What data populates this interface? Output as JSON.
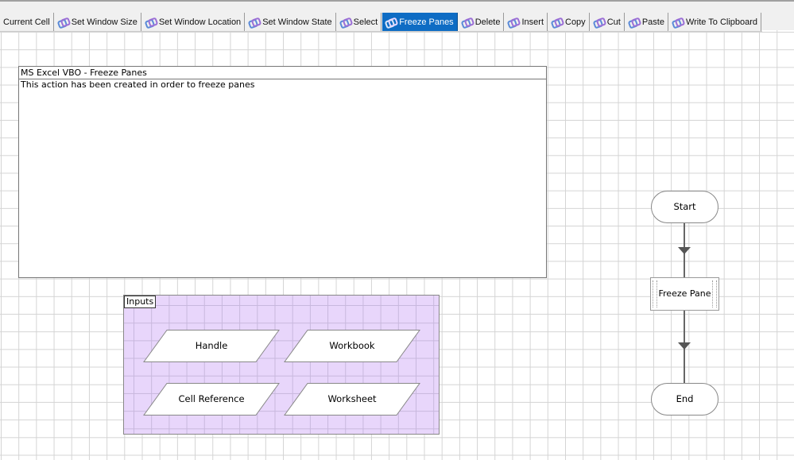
{
  "toolbar": {
    "tabs": [
      {
        "label": "Current Cell",
        "icon": "",
        "active": false
      },
      {
        "label": "Set Window Size",
        "icon": "action-icon",
        "active": false
      },
      {
        "label": "Set Window Location",
        "icon": "action-icon",
        "active": false
      },
      {
        "label": "Set Window State",
        "icon": "action-icon",
        "active": false
      },
      {
        "label": "Select",
        "icon": "action-icon",
        "active": false
      },
      {
        "label": "Freeze Panes",
        "icon": "action-icon",
        "active": true
      },
      {
        "label": "Delete",
        "icon": "action-icon",
        "active": false
      },
      {
        "label": "Insert",
        "icon": "action-icon",
        "active": false
      },
      {
        "label": "Copy",
        "icon": "action-icon",
        "active": false
      },
      {
        "label": "Cut",
        "icon": "action-icon",
        "active": false
      },
      {
        "label": "Paste",
        "icon": "action-icon",
        "active": false
      },
      {
        "label": "Write To Clipboard",
        "icon": "action-icon",
        "active": false
      }
    ],
    "active_color": "#0e6cc4"
  },
  "note": {
    "title": "MS Excel VBO - Freeze Panes",
    "description": "This action has been created in order to freeze panes"
  },
  "inputs": {
    "label": "Inputs",
    "items": [
      "Handle",
      "Workbook",
      "Cell Reference",
      "Worksheet"
    ],
    "color": "#e8d6fb"
  },
  "flow": {
    "start": "Start",
    "stage": "Freeze Pane",
    "end": "End"
  }
}
